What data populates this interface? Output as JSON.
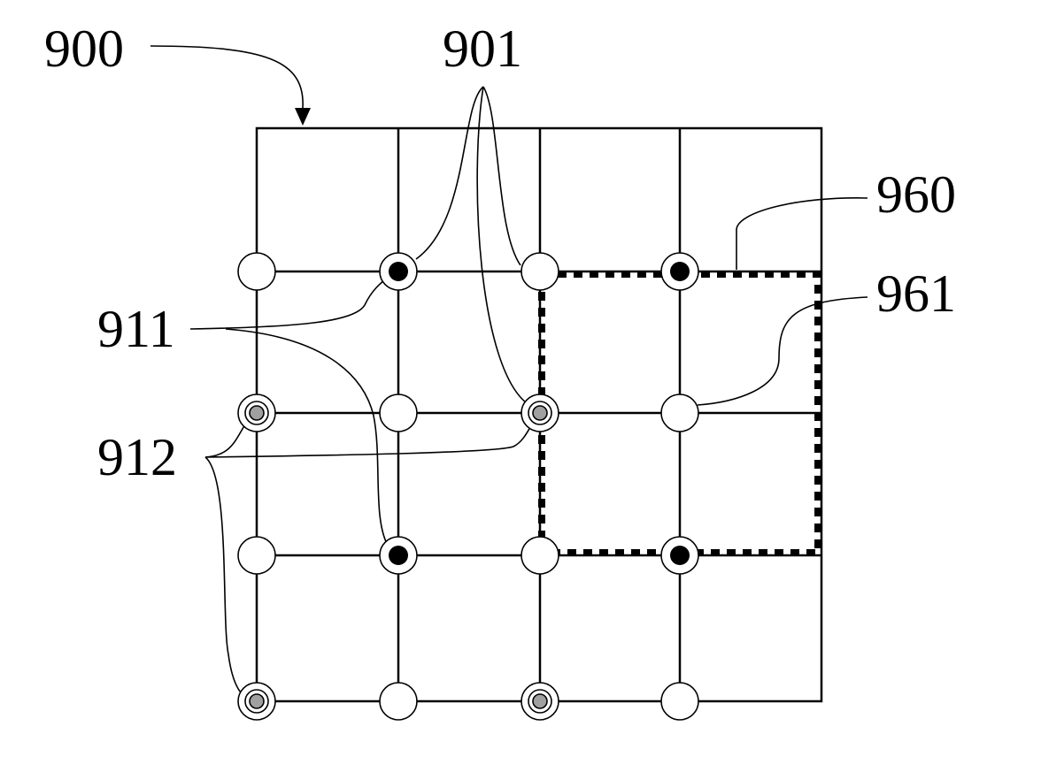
{
  "figure": {
    "labels": {
      "frame": "900",
      "first_dot_callout": "901",
      "second_dot_callout": "911",
      "third_dot_callout": "912",
      "region_callout": "960",
      "dot_callout": "961"
    },
    "grid": {
      "node_columns": 4,
      "node_rows": 4,
      "nodes": [
        [
          "open",
          "black",
          "open",
          "black"
        ],
        [
          "gray",
          "open",
          "gray",
          "open"
        ],
        [
          "open",
          "black",
          "open",
          "black"
        ],
        [
          "gray",
          "open",
          "gray",
          "open"
        ]
      ]
    }
  }
}
